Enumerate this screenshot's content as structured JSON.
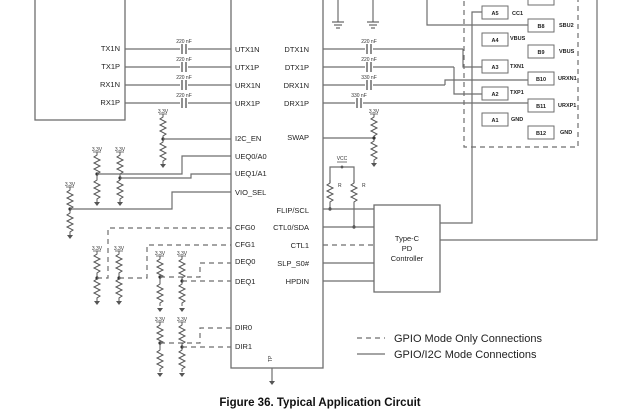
{
  "caption": "Figure 36.  Typical Application Circuit",
  "legend": {
    "dashed": "GPIO Mode Only Connections",
    "solid": "GPIO/I2C Mode Connections"
  },
  "host": {
    "pins": [
      "TX1N",
      "TX1P",
      "RX1N",
      "RX1P"
    ]
  },
  "upstream_caps": [
    "220 nF",
    "220 nF",
    "220 nF",
    "220 nF"
  ],
  "redriver": {
    "left_pins": [
      "UTX1N",
      "UTX1P",
      "URX1N",
      "URX1P",
      "I2C_EN",
      "UEQ0/A0",
      "UEQ1/A1",
      "VIO_SEL",
      "CFG0",
      "CFG1",
      "DEQ0",
      "DEQ1",
      "DIR0",
      "DIR1"
    ],
    "right_pins": [
      "DTX1N",
      "DTX1P",
      "DRX1N",
      "DRX1P",
      "SWAP",
      "FLIP/SCL",
      "CTL0/SDA",
      "CTL1",
      "SLP_S0#",
      "HPDIN"
    ],
    "tp_label": "TP"
  },
  "downstream_caps": [
    "220 nF",
    "220 nF",
    "330 nF",
    "330 nF"
  ],
  "supply_label": "3.3V",
  "pullup_supply": "VCC",
  "pullup_resistor": "R",
  "pd_controller": {
    "line1": "Type-C",
    "line2": "PD",
    "line3": "Controller"
  },
  "connector": {
    "a_pins": [
      {
        "pin": "A5",
        "signal": "CC1"
      },
      {
        "pin": "A4",
        "signal": "VBUS"
      },
      {
        "pin": "A3",
        "signal": "TXN1"
      },
      {
        "pin": "A2",
        "signal": "TXP1"
      },
      {
        "pin": "A1",
        "signal": "GND"
      }
    ],
    "b_pins": [
      {
        "pin": "B8",
        "signal": "SBU2"
      },
      {
        "pin": "B9",
        "signal": "VBUS"
      },
      {
        "pin": "B10",
        "signal": "URXN1"
      },
      {
        "pin": "B11",
        "signal": "URXP1"
      },
      {
        "pin": "B12",
        "signal": "GND"
      }
    ]
  }
}
